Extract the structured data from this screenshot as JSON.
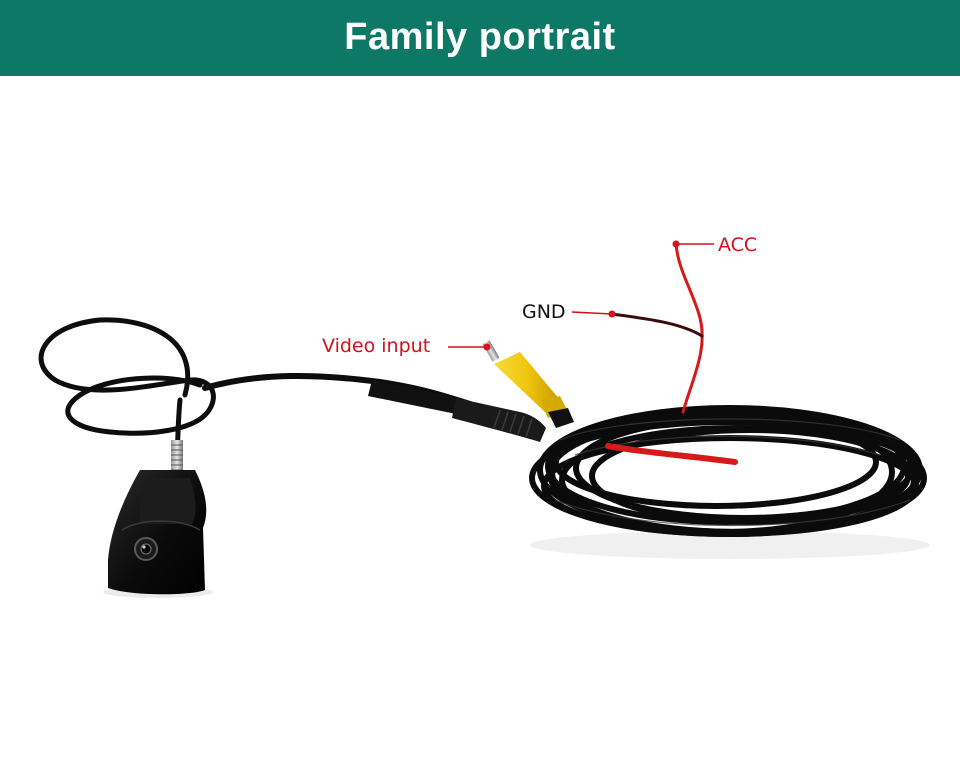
{
  "header": {
    "title": "Family portrait",
    "background_color": "#0d7866",
    "text_color": "#ffffff"
  },
  "photo": {
    "subject": "rear-view camera with cable harness",
    "labels": {
      "acc": "ACC",
      "gnd": "GND",
      "video_input": "Video input"
    },
    "colors": {
      "red_label": "#d4111c",
      "black_label": "#111111",
      "yellow_plug": "#f2cf13",
      "cable": "#0d0d0d",
      "red_wire": "#d61a1a"
    }
  }
}
